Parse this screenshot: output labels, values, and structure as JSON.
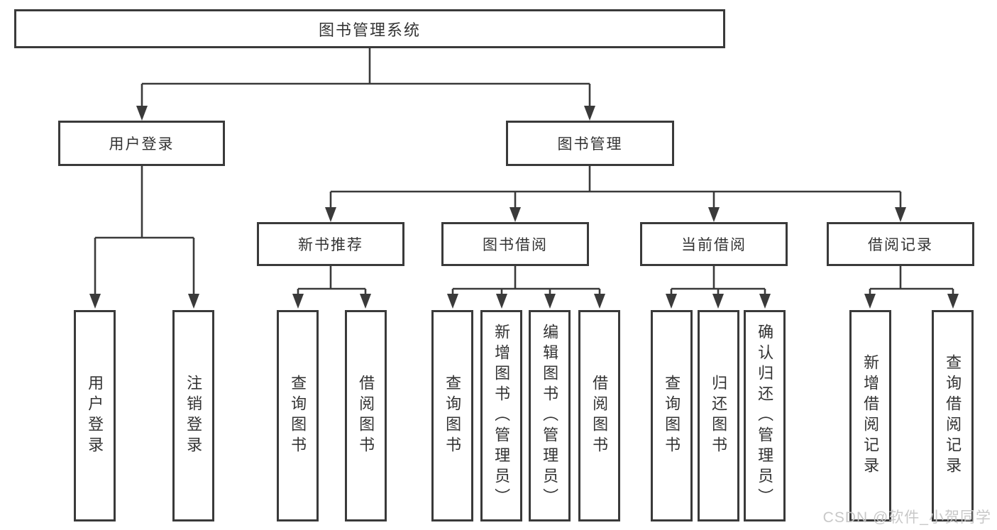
{
  "title": "图书管理系统",
  "level2": {
    "user_login": "用户登录",
    "book_mgmt": "图书管理"
  },
  "level3": {
    "new_books": "新书推荐",
    "book_borrow": "图书借阅",
    "current_borrow": "当前借阅",
    "borrow_records": "借阅记录"
  },
  "leaves": {
    "user_login": [
      "用户登录",
      "注销登录"
    ],
    "new_books": [
      "查询图书",
      "借阅图书"
    ],
    "book_borrow": [
      "查询图书",
      "新增图书（管理员）",
      "编辑图书（管理员）",
      "借阅图书"
    ],
    "current_borrow": [
      "查询图书",
      "归还图书",
      "确认归还（管理员）"
    ],
    "borrow_records": [
      "新增借阅记录",
      "查询借阅记录"
    ]
  },
  "watermark": "CSDN @软件_小贺同学",
  "colors": {
    "line": "#3a3a3a",
    "border": "#3a3a3a",
    "fill": "#ffffff",
    "text": "#333333",
    "watermark": "#c6c6c6"
  }
}
